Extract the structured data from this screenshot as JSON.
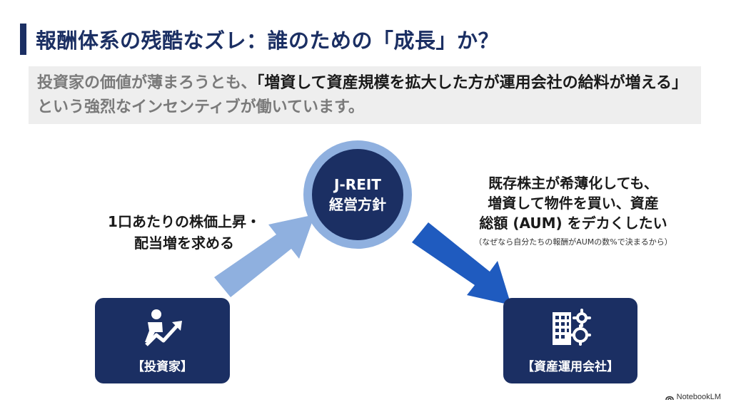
{
  "slide": {
    "title": "報酬体系の残酷なズレ：誰のための「成長」か？",
    "lead": {
      "part1": "投資家の価値が薄まろうとも、",
      "part2": "「増資して資産規模を拡大した方が運用会社の給料が増える」",
      "part3": "という強烈なインセンティブが働いています。"
    },
    "center": {
      "line1": "J-REIT",
      "line2": "経営方針"
    },
    "investor_demand": {
      "line1": "1口あたりの株価上昇・",
      "line2": "配当増を求める"
    },
    "manager_intent": {
      "line1": "既存株主が希薄化しても、",
      "line2": "増資して物件を買い、資産",
      "line3": "総額 (AUM) をデカくしたい",
      "note": "（なぜなら自分たちの報酬がAUMの数%で決まるから）"
    },
    "investor_box": {
      "label": "【投資家】",
      "icon": "investor-growth-icon"
    },
    "manager_box": {
      "label": "【資産運用会社】",
      "icon": "building-gear-icon"
    },
    "brand": "NotebookLM",
    "colors": {
      "navy": "#1b2f63",
      "light_blue": "#8fb0df",
      "blue": "#1f5bbf",
      "gray_box": "#eeeeee"
    }
  }
}
